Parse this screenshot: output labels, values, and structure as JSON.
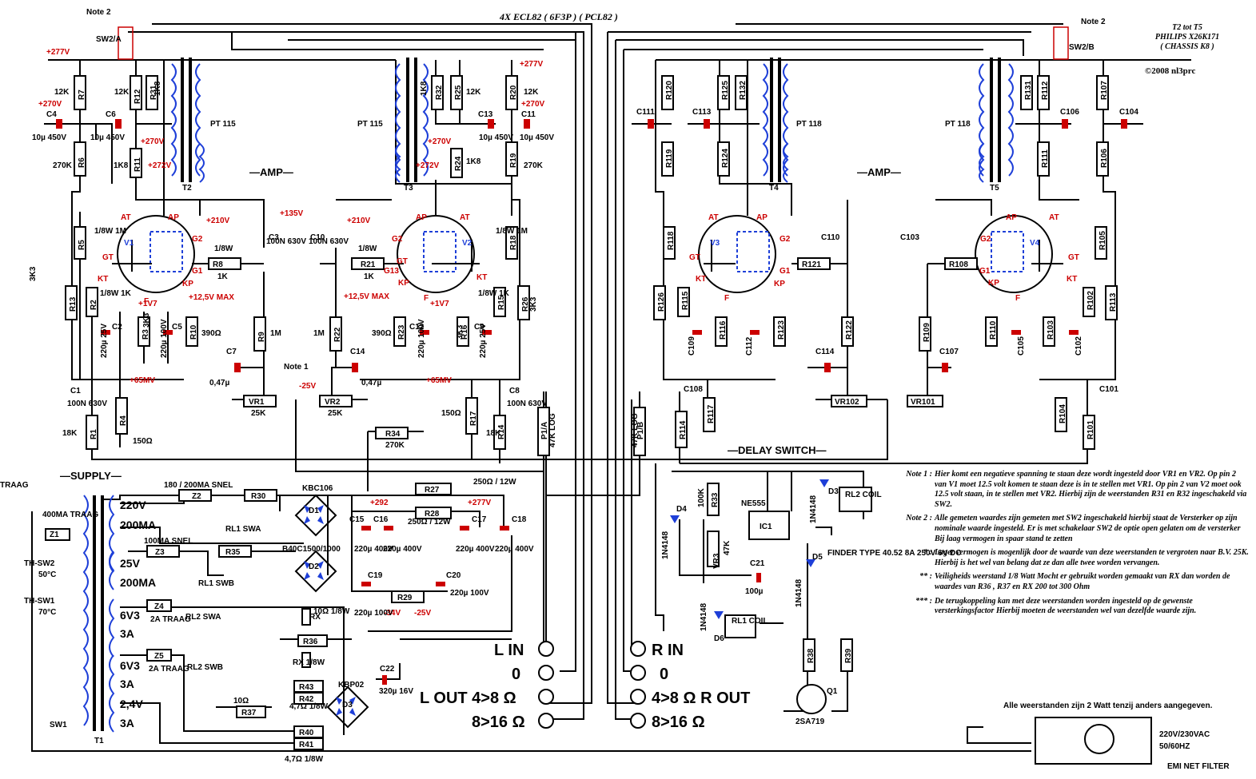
{
  "title": "4X ECL82 ( 6F3P ) ( PCL82 )",
  "brand": {
    "line1": "T2 tot T5",
    "line2": "PHILIPS X26K171",
    "line3": "( CHASSIS K8 )",
    "copyright": "©2008 nl3prc"
  },
  "sections": {
    "amp_left": "—AMP—",
    "amp_right": "—AMP—",
    "supply": "—SUPPLY—",
    "delay": "—DELAY SWITCH—",
    "traag": "TRAAG",
    "note1": "Note 1",
    "note2_left": "Note 2",
    "note2_right": "Note 2",
    "all_resistors": "Alle weerstanden zijn 2 Watt tenzij anders aangegeven."
  },
  "transformers": {
    "t2": "T2",
    "t3": "T3",
    "t4": "T4",
    "t5": "T5",
    "t1": "T1",
    "pt115a": "PT 115",
    "pt115b": "PT 115",
    "pt118a": "PT 118",
    "pt118b": "PT 118"
  },
  "tubes": {
    "v1": "V1",
    "v2": "V2",
    "v3": "V3",
    "v4": "V4"
  },
  "pins": {
    "at": "AT",
    "ap": "AP",
    "gt": "GT",
    "g1": "G1",
    "g2": "G2",
    "g13": "G13",
    "kt": "KT",
    "kp": "KP",
    "f": "F"
  },
  "resistors": {
    "r7": "R7",
    "r6": "R6",
    "r12": "R12",
    "r31": "R31",
    "r11": "R11",
    "r32": "R32",
    "r25": "R25",
    "r24": "R24",
    "r20": "R20",
    "r19": "R19",
    "r5": "R5",
    "r13": "R13",
    "r2": "R2",
    "r3": "R3",
    "r10": "R10",
    "r8": "R8",
    "r9": "R9",
    "r4": "R4",
    "r1": "R1",
    "r22": "R22",
    "r21": "R21",
    "r23": "R23",
    "r16": "R16",
    "r15": "R15",
    "r18": "R18",
    "r26": "R26",
    "r17": "R17",
    "r14": "R14",
    "r34": "R34",
    "r120": "R120",
    "r119": "R119",
    "r125": "R125",
    "r132": "R132",
    "r124": "R124",
    "r131": "R131",
    "r112": "R112",
    "r111": "R111",
    "r107": "R107",
    "r106": "R106",
    "r118": "R118",
    "r126": "R126",
    "r115": "R115",
    "r116": "R116",
    "r123": "R123",
    "r121": "R121",
    "r122": "R122",
    "r114": "R114",
    "r117": "R117",
    "r109": "R109",
    "r108": "R108",
    "r105": "R105",
    "r110": "R110",
    "r103": "R103",
    "r102": "R102",
    "r113": "R113",
    "r104": "R104",
    "r101": "R101",
    "r30": "R30",
    "r27": "R27",
    "r28": "R28",
    "r35": "R35",
    "r29": "R29",
    "r36": "R36",
    "r43": "R43",
    "r42": "R42",
    "r37": "R37",
    "r40": "R40",
    "r41": "R41",
    "r33": "R33",
    "r38": "R38",
    "r39": "R39",
    "rx1": "RX",
    "rx2": "RX 1/8W"
  },
  "capacitors": {
    "c4": "C4",
    "c6": "C6",
    "c13": "C13",
    "c11": "C11",
    "c3": "C3",
    "c10": "C10",
    "c2": "C2",
    "c5": "C5",
    "c12": "C12",
    "c9": "C9",
    "c7": "C7",
    "c14": "C14",
    "c1": "C1",
    "c8": "C8",
    "c111": "C111",
    "c113": "C113",
    "c106": "C106",
    "c104": "C104",
    "c110": "C110",
    "c103": "C103",
    "c109": "C109",
    "c112": "C112",
    "c105": "C105",
    "c102": "C102",
    "c114": "C114",
    "c107": "C107",
    "c108": "C108",
    "c101": "C101",
    "c15": "C15",
    "c16": "C16",
    "c17": "C17",
    "c18": "C18",
    "c19": "C19",
    "c20": "C20",
    "c21": "C21",
    "c22": "C22"
  },
  "values": {
    "k12": "12K",
    "k1k8": "1K8",
    "k270": "270K",
    "k1": "1K",
    "m1": "1M",
    "k3k3": "3K3",
    "o390": "390Ω",
    "o150": "150Ω",
    "k18": "18K",
    "w18": "1/8W",
    "w18m": "1/8W 1M",
    "w18k": "1/8W 1K",
    "c10u450": "10µ 450V",
    "n100v630": "100N 630V",
    "u220v25": "220µ 25V",
    "u220v100": "220µ 100V",
    "p047": "0,47µ",
    "k25": "25K",
    "k47log": "47K LOG",
    "k47": "47K",
    "k100": "100K",
    "u100": "100µ",
    "u220v400": "220µ 400V",
    "u320v16": "320µ 16V",
    "o250w12": "250Ω / 12W",
    "o10": "10Ω",
    "o47w18": "4,7Ω 1/8W",
    "o10w18": "10Ω 1/8W",
    "k270b": "270K"
  },
  "pots": {
    "vr1": "VR1",
    "vr2": "VR2",
    "vr102": "VR102",
    "vr101": "VR101",
    "p1a": "P1/A",
    "p1b": "P1/B",
    "vr3": "VR3"
  },
  "voltages": {
    "v277": "+277V",
    "v270": "+270V",
    "v272": "+272V",
    "v210": "+210V",
    "v135": "+135V",
    "v125max": "+12,5V MAX",
    "v17": "+1V7",
    "v65mv": "+65MV",
    "vm25": "-25V",
    "v292": "+292",
    "vm34": "-34V"
  },
  "supply": {
    "z1": "Z1",
    "z1_rating": "400MA TRAAG",
    "z2": "Z2",
    "z2_rating": "180 / 200MA SNEL",
    "z3": "Z3",
    "z3_rating": "100MA SNEL",
    "z4": "Z4",
    "z4_rating": "2A TRAAG",
    "z5": "Z5",
    "z5_rating": "2A TRAAG",
    "sec220": "220V",
    "sec200ma": "200MA",
    "sec25": "25V",
    "sec200ma2": "200MA",
    "sec6v3a": "6V3",
    "sec3a": "3A",
    "sec6v3b": "6V3",
    "sec3a2": "3A",
    "sec24": "2,4V",
    "sec3a3": "3A",
    "thsw2": "TH-SW2",
    "thsw2t": "50°C",
    "thsw1": "TH-SW1",
    "thsw1t": "70°C",
    "sw1": "SW1",
    "sw2a": "SW2/A",
    "sw2b": "SW2/B",
    "kbc106": "KBC106",
    "b40": "B40C1500/1000",
    "kbp02": "KBP02",
    "d1": "D1",
    "d2": "D2",
    "d3": "D3",
    "rl1swa": "RL1 SWA",
    "rl1swb": "RL1 SWB",
    "rl2swa": "RL2 SWA",
    "rl2swb": "RL2 SWB"
  },
  "delay": {
    "ne555": "NE555",
    "ic1": "IC1",
    "d3": "D3",
    "d4": "D4",
    "d5": "D5",
    "d6": "D6",
    "diode": "1N4148",
    "rl1coil": "RL1 COIL",
    "rl2coil": "RL2 COIL",
    "finder": "FINDER TYPE 40.52 8A 250V 6V DC",
    "q1": "Q1",
    "q1type": "2SA719"
  },
  "io": {
    "lin": "L IN",
    "zero": "0",
    "lout48": "L OUT 4>8 Ω",
    "l816": "8>16 Ω",
    "rin": "R IN",
    "rzero": "0",
    "rout48": "4>8 Ω  R OUT",
    "r816": "8>16 Ω"
  },
  "mains": {
    "input": "220V/230VAC",
    "freq": "50/60HZ",
    "filter": "EMI NET FILTER"
  },
  "notes": [
    {
      "key": "Note 1 :",
      "text": "Hier komt een negatieve spanning te staan deze wordt ingesteld door VR1 en VR2. Op pin 2 van V1 moet 12.5 volt komen te staan deze is in te stellen met VR1. Op pin 2 van V2 moet ook 12.5 volt staan, in te stellen met VR2. Hierbij zijn de weerstanden R31 en R32 ingeschakeld via SW2."
    },
    {
      "key": "Note 2 :",
      "text": "Alle gemeten waardes zijn gemeten met SW2 ingeschakeld hierbij staat de Versterker op zijn nominale waarde ingesteld. Er is met schakelaar SW2 de optie open gelaten om de versterker Bij laag vermogen in spaar stand te zetten"
    },
    {
      "key": "* :",
      "text": "Lager vermogen is mogenlijk door de waarde van deze weerstanden te vergroten naar B.V. 25K. Hierbij is het wel van belang dat ze dan alle twee worden vervangen."
    },
    {
      "key": "** :",
      "text": "Veiligheids weerstand 1/8 Watt Mocht er gebruikt worden gemaakt van RX dan worden de waardes van R36 , R37 en RX 200 tot 300 Ohm"
    },
    {
      "key": "*** :",
      "text": "De terugkoppeling kan met deze weerstanden worden ingesteld op de gewenste versterkingsfactor Hierbij moeten de weerstanden wel van dezelfde waarde zijn."
    }
  ],
  "colors": {
    "line": "#000000",
    "red": "#cc0000",
    "blue": "#1e3fd8",
    "resistor_fill": "#ffffff"
  }
}
